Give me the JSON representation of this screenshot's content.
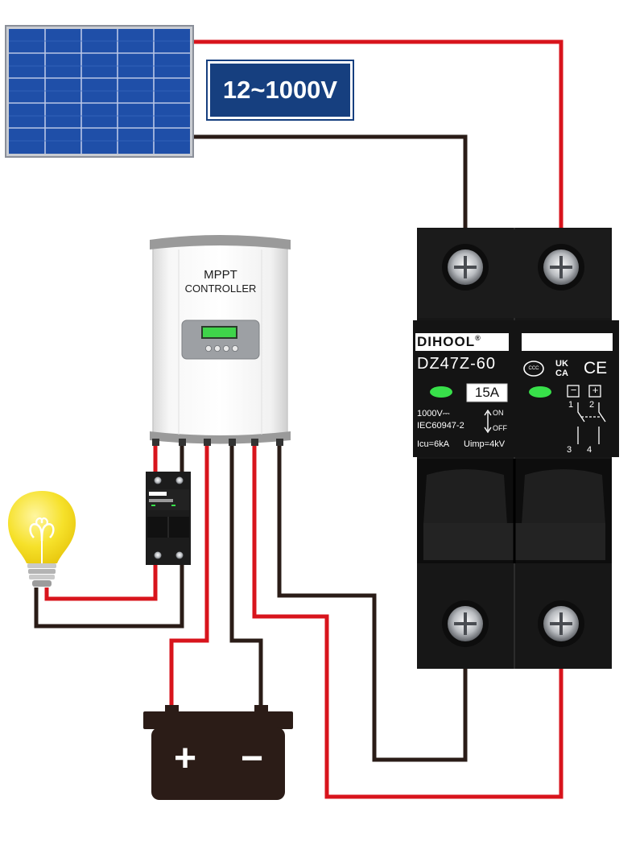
{
  "voltage_label": "12~1000V",
  "controller": {
    "line1": "MPPT",
    "line2": "CONTROLLER"
  },
  "breaker": {
    "brand": "DIHOOL",
    "registered": "®",
    "model": "DZ47Z-60",
    "rating": "15A",
    "voltage": "1000V",
    "voltage_symbol": "⎓",
    "standard": "IEC60947-2",
    "on_label": "ON",
    "off_label": "OFF",
    "icu": "Icu=6kA",
    "uimp": "Uimp=4kV",
    "ukca_top": "UK",
    "ukca_bottom": "CA",
    "ce": "CE",
    "ccc": "CCC",
    "minus": "−",
    "plus": "+",
    "terminal_1": "1",
    "terminal_2": "2",
    "terminal_3": "3",
    "terminal_4": "4"
  },
  "battery": {
    "plus": "+",
    "minus": "−"
  },
  "colors": {
    "positive_wire": "#d8141c",
    "negative_wire": "#2a1c17",
    "panel_blue": "#1f4fa8",
    "label_blue": "#163f7f",
    "bulb_yellow": "#f6e12a",
    "indicator_green": "#38e04a"
  }
}
